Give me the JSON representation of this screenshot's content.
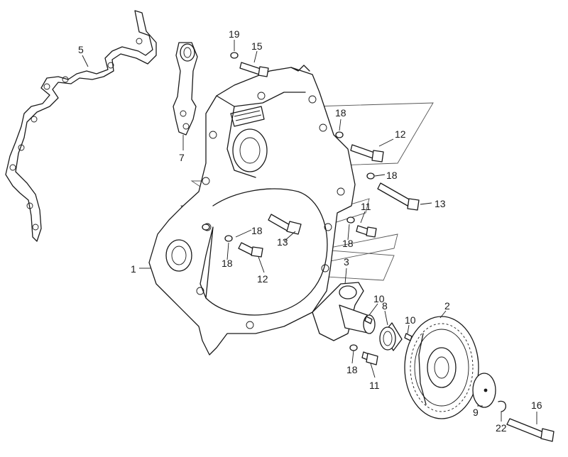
{
  "diagram": {
    "callouts": [
      "1",
      "2",
      "3",
      "5",
      "7",
      "8",
      "9",
      "10",
      "10",
      "11",
      "11",
      "12",
      "12",
      "13",
      "13",
      "15",
      "16",
      "18",
      "18",
      "18",
      "18",
      "18",
      "18",
      "19",
      "22"
    ]
  }
}
